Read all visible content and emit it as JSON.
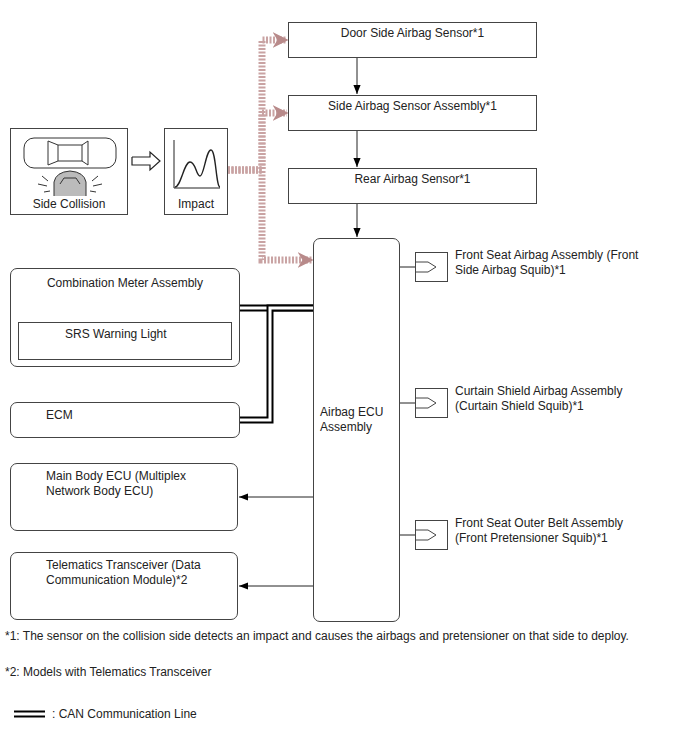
{
  "diagram": {
    "nodes": [
      {
        "text": [
          "Door Side Airbag Sensor*1"
        ]
      },
      {
        "text": [
          "Side Airbag Sensor Assembly*1"
        ]
      },
      {
        "text": [
          "Side Collision"
        ]
      },
      {
        "text": [
          "Impact"
        ]
      },
      {
        "text": [
          "Rear Airbag Sensor*1"
        ]
      },
      {
        "text": [
          "Airbag ECU Assembly"
        ]
      },
      {
        "text": [
          "Front Seat Airbag Assembly (Front Side Airbag Squib)*1"
        ]
      },
      {
        "text": [
          "Combination Meter Assembly"
        ]
      },
      {
        "text": [
          "SRS Warning Light"
        ],
        "in": 7
      },
      {
        "text": [
          "Curtain Shield Airbag Assembly (Curtain Shield Squib)*1"
        ]
      },
      {
        "text": [
          "ECM"
        ]
      },
      {
        "text": [
          "Main Body ECU (Multiplex Network Body ECU)"
        ]
      },
      {
        "text": [
          "Front Seat Outer Belt Assembly (Front Pretensioner Squib)*1"
        ]
      },
      {
        "text": [
          "Telematics Transceiver (Data Communication Module)*2"
        ]
      }
    ],
    "edges": [
      {
        "from": 2,
        "to": 3,
        "arrow": "to"
      },
      {
        "from": 3,
        "to": 0,
        "arrow": "to"
      },
      {
        "from": 3,
        "to": 1,
        "arrow": "to"
      },
      {
        "from": 3,
        "to": 5,
        "arrow": "to"
      },
      {
        "from": 0,
        "to": 1,
        "arrow": "to"
      },
      {
        "from": 1,
        "to": 4,
        "arrow": "to"
      },
      {
        "from": 4,
        "to": 5,
        "arrow": "to"
      },
      {
        "from": 5,
        "to": 6,
        "arrow": "none"
      },
      {
        "from": 5,
        "to": 9,
        "arrow": "none"
      },
      {
        "from": 5,
        "to": 12,
        "arrow": "none"
      },
      {
        "from": 5,
        "to": 7,
        "arrow": "none"
      },
      {
        "from": 5,
        "to": 10,
        "arrow": "none"
      },
      {
        "from": 5,
        "to": 11,
        "arrow": "to"
      },
      {
        "from": 5,
        "to": 13,
        "arrow": "to"
      }
    ],
    "labels": [
      "*1: The sensor on the collision side detects an impact and causes the airbags and pretensioner on that side to deploy.",
      "*2: Models with Telematics Transceiver"
    ],
    "legend": [
      {
        "text": ": CAN Communication Line"
      }
    ]
  }
}
